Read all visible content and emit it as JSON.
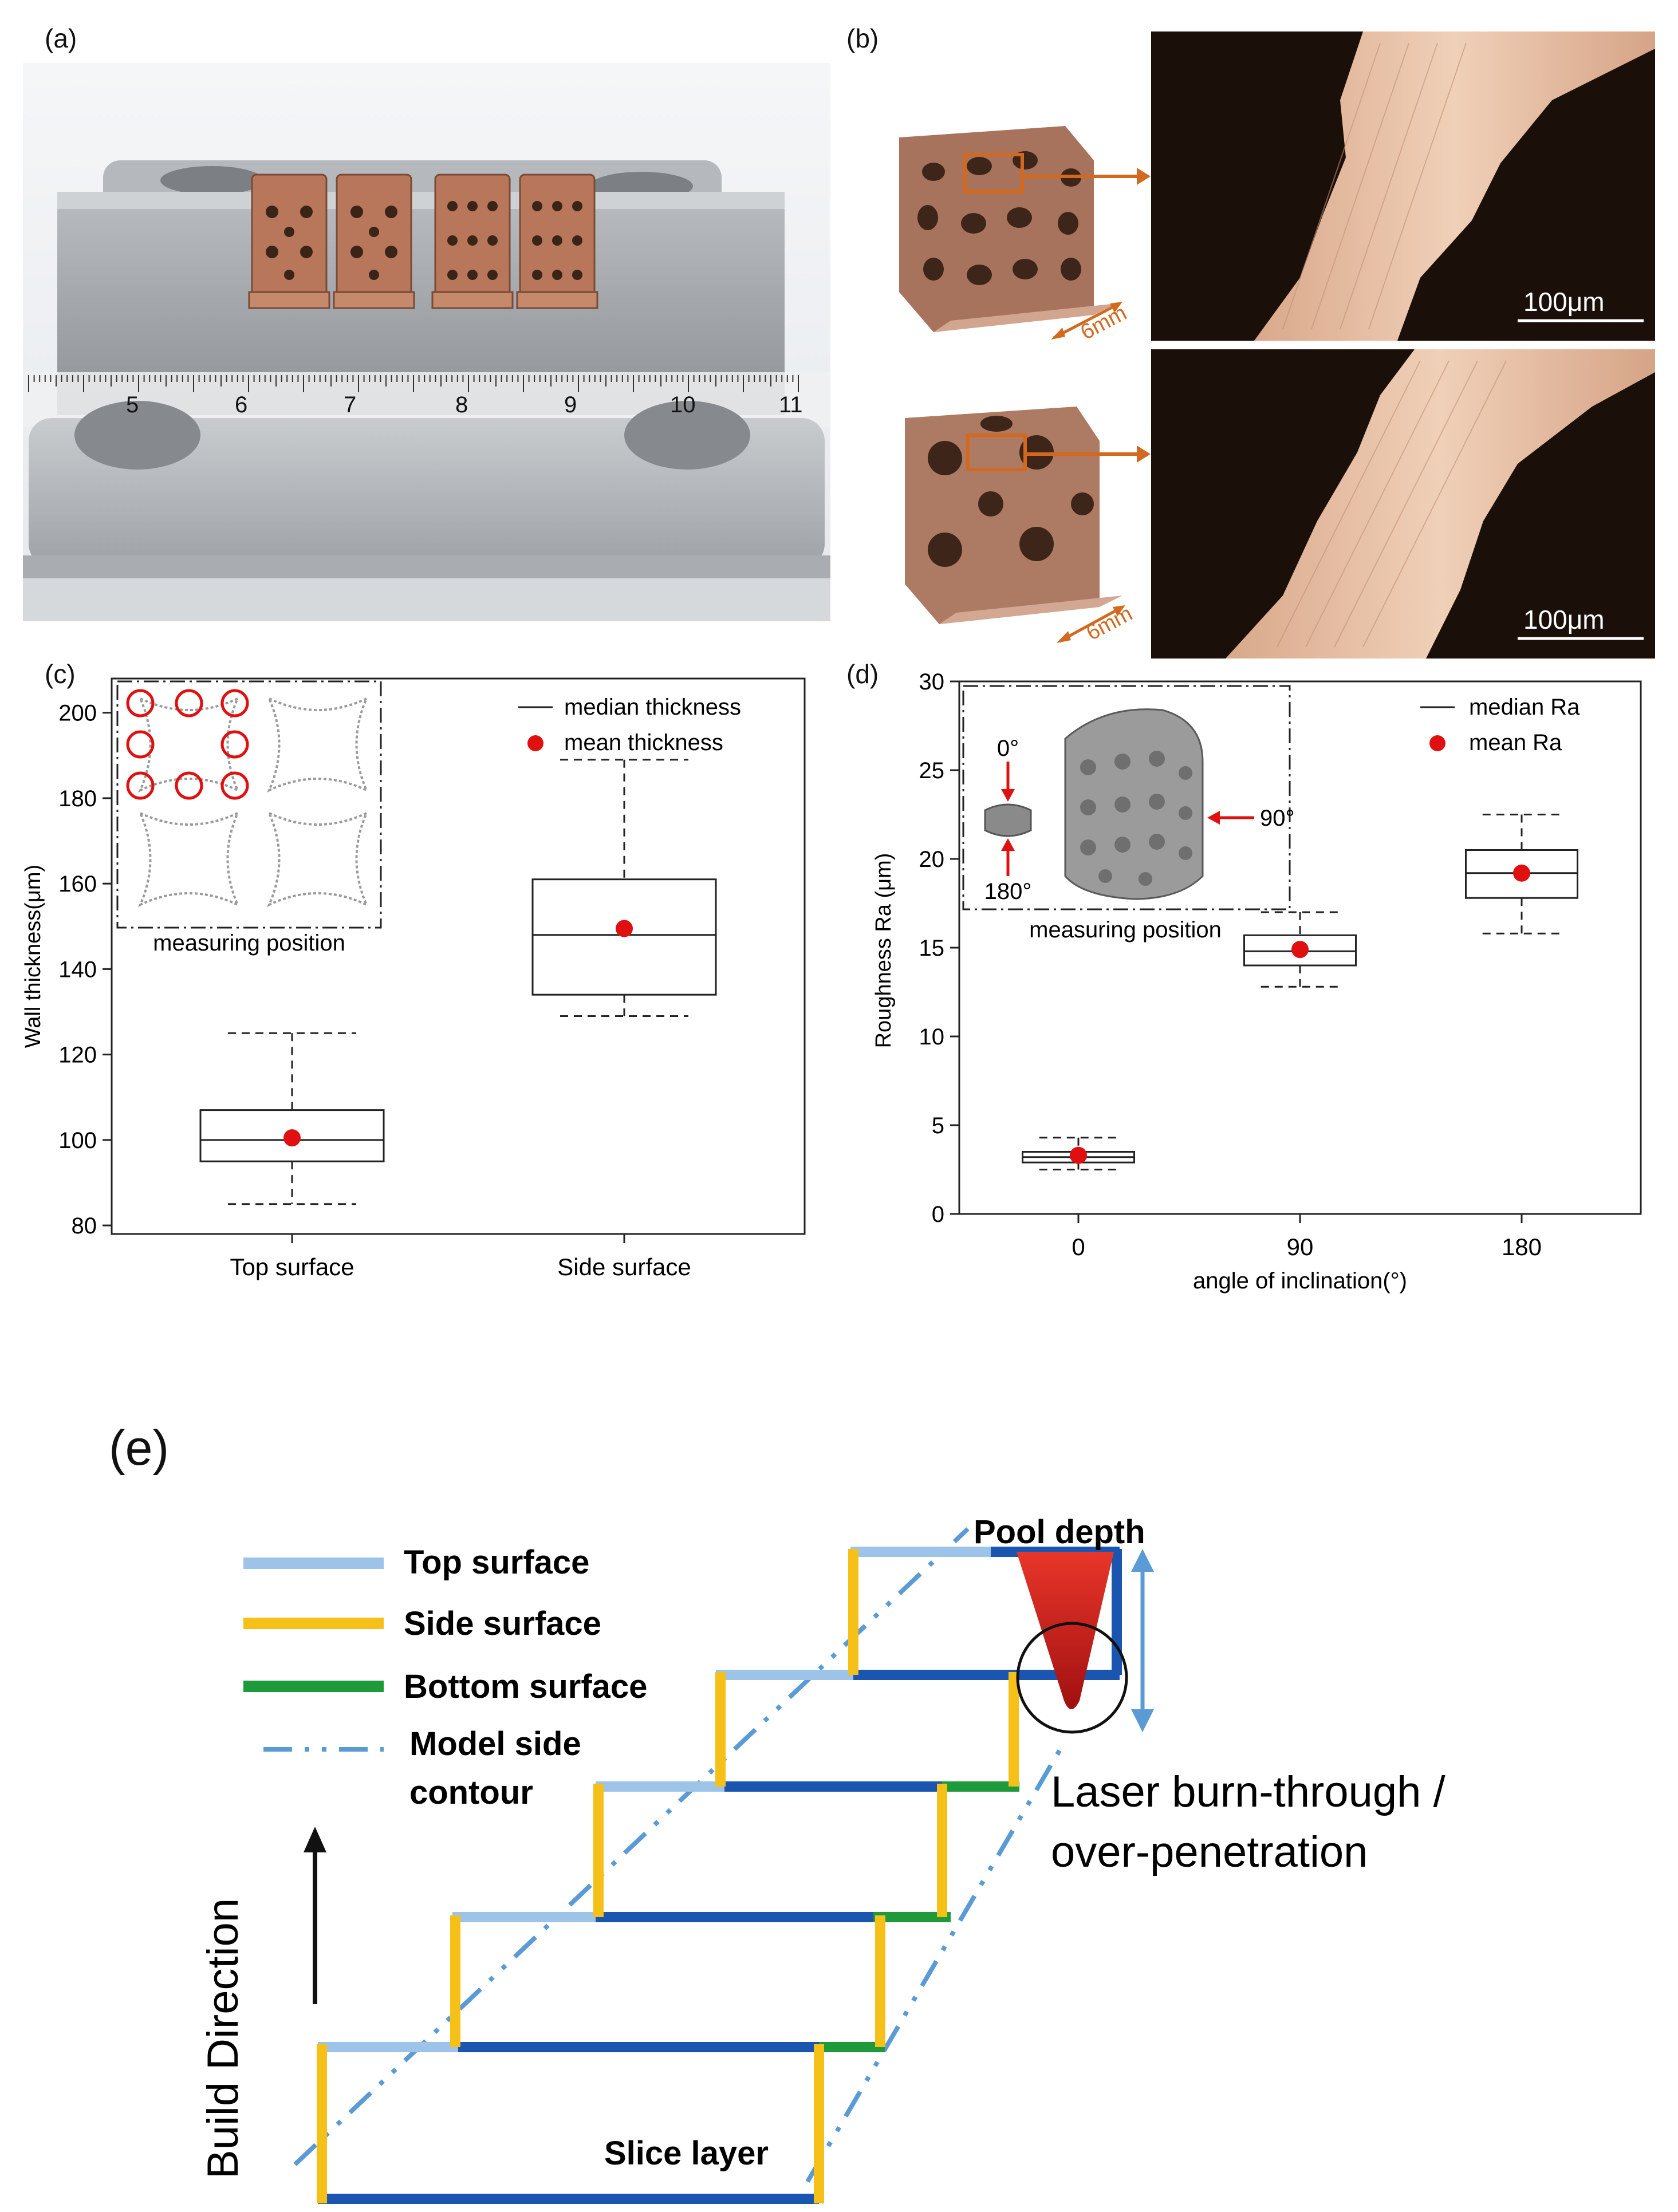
{
  "panels": {
    "a": "(a)",
    "b": "(b)",
    "c": "(c)",
    "d": "(d)",
    "e": "(e)"
  },
  "photo_a": {
    "ruler_numbers": [
      "5",
      "6",
      "7",
      "8",
      "9",
      "10",
      "11"
    ]
  },
  "photo_b": {
    "dimension_top": "6mm",
    "dimension_bottom": "6mm",
    "scalebar_top": "100μm",
    "scalebar_bottom": "100μm"
  },
  "colors": {
    "copper": "#b8765a",
    "orange_marker": "#d2691e",
    "mean_dot": "#e01010",
    "top_surface": "#9ec3e8",
    "side_surface": "#f5c018",
    "bottom_surface": "#1f9a3a",
    "slice_layer": "#1a56b0",
    "contour": "#5b9bd5",
    "melt_pool": "#e8362a"
  },
  "chart_data": [
    {
      "type": "box",
      "panel": "(c)",
      "ylabel": "Wall thickness(μm)",
      "categories": [
        "Top surface",
        "Side surface"
      ],
      "ylim": [
        78,
        208
      ],
      "yticks": [
        80,
        100,
        120,
        140,
        160,
        180,
        200
      ],
      "boxes": [
        {
          "category": "Top surface",
          "whisker_low": 85,
          "q1": 95,
          "median": 100,
          "q3": 107,
          "whisker_high": 125,
          "mean": 100.5
        },
        {
          "category": "Side surface",
          "whisker_low": 129,
          "q1": 134,
          "median": 148,
          "q3": 161,
          "whisker_high": 189,
          "mean": 149.5
        }
      ],
      "legend": {
        "position": "top-right",
        "items": [
          "median thickness",
          "mean thickness"
        ]
      },
      "inset_caption": "measuring position"
    },
    {
      "type": "box",
      "panel": "(d)",
      "ylabel": "Roughness Ra (μm)",
      "xlabel": "angle of inclination(°)",
      "categories": [
        "0",
        "90",
        "180"
      ],
      "ylim": [
        0,
        30
      ],
      "yticks": [
        0,
        5,
        10,
        15,
        20,
        25,
        30
      ],
      "boxes": [
        {
          "category": "0",
          "whisker_low": 2.5,
          "q1": 2.9,
          "median": 3.2,
          "q3": 3.5,
          "whisker_high": 4.3,
          "mean": 3.3
        },
        {
          "category": "90",
          "whisker_low": 12.8,
          "q1": 14.0,
          "median": 14.8,
          "q3": 15.7,
          "whisker_high": 17.0,
          "mean": 14.9
        },
        {
          "category": "180",
          "whisker_low": 15.8,
          "q1": 17.8,
          "median": 19.2,
          "q3": 20.5,
          "whisker_high": 22.5,
          "mean": 19.2
        }
      ],
      "legend": {
        "position": "top-right",
        "items": [
          "median Ra",
          "mean Ra"
        ]
      },
      "inset_labels": {
        "top": "0°",
        "bottom": "180°",
        "side": "90°",
        "caption": "measuring position"
      }
    }
  ],
  "diagram_e": {
    "legend": [
      "Top surface",
      "Side surface",
      "Bottom surface",
      "Model side",
      "contour"
    ],
    "pool_depth": "Pool depth",
    "burn_line1": "Laser burn-through /",
    "burn_line2": "over-penetration",
    "build_direction": "Build Direction",
    "slice_layer": "Slice layer"
  }
}
